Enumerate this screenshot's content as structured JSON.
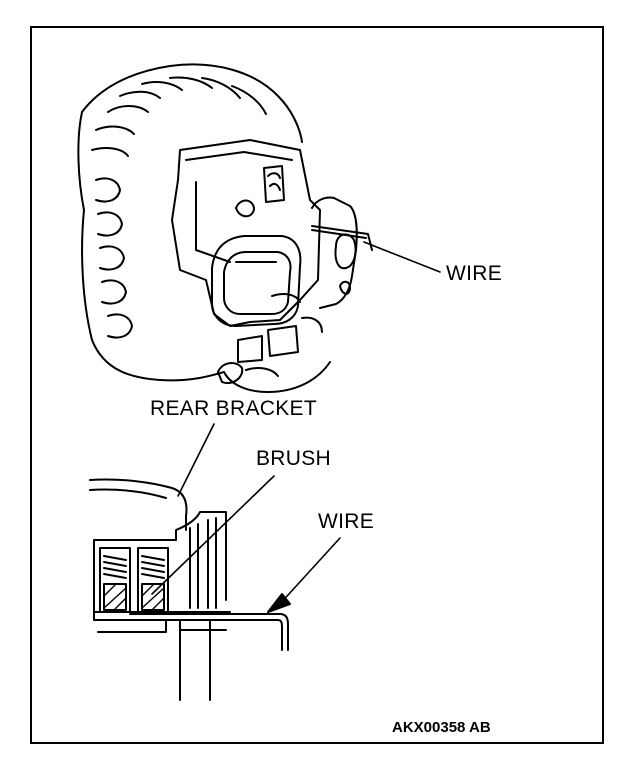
{
  "labels": {
    "wire_top": "WIRE",
    "rear_bracket": "REAR BRACKET",
    "brush": "BRUSH",
    "wire_bottom": "WIRE"
  },
  "figure_code": "AKX00358 AB",
  "colors": {
    "line": "#000000",
    "background": "#ffffff"
  }
}
